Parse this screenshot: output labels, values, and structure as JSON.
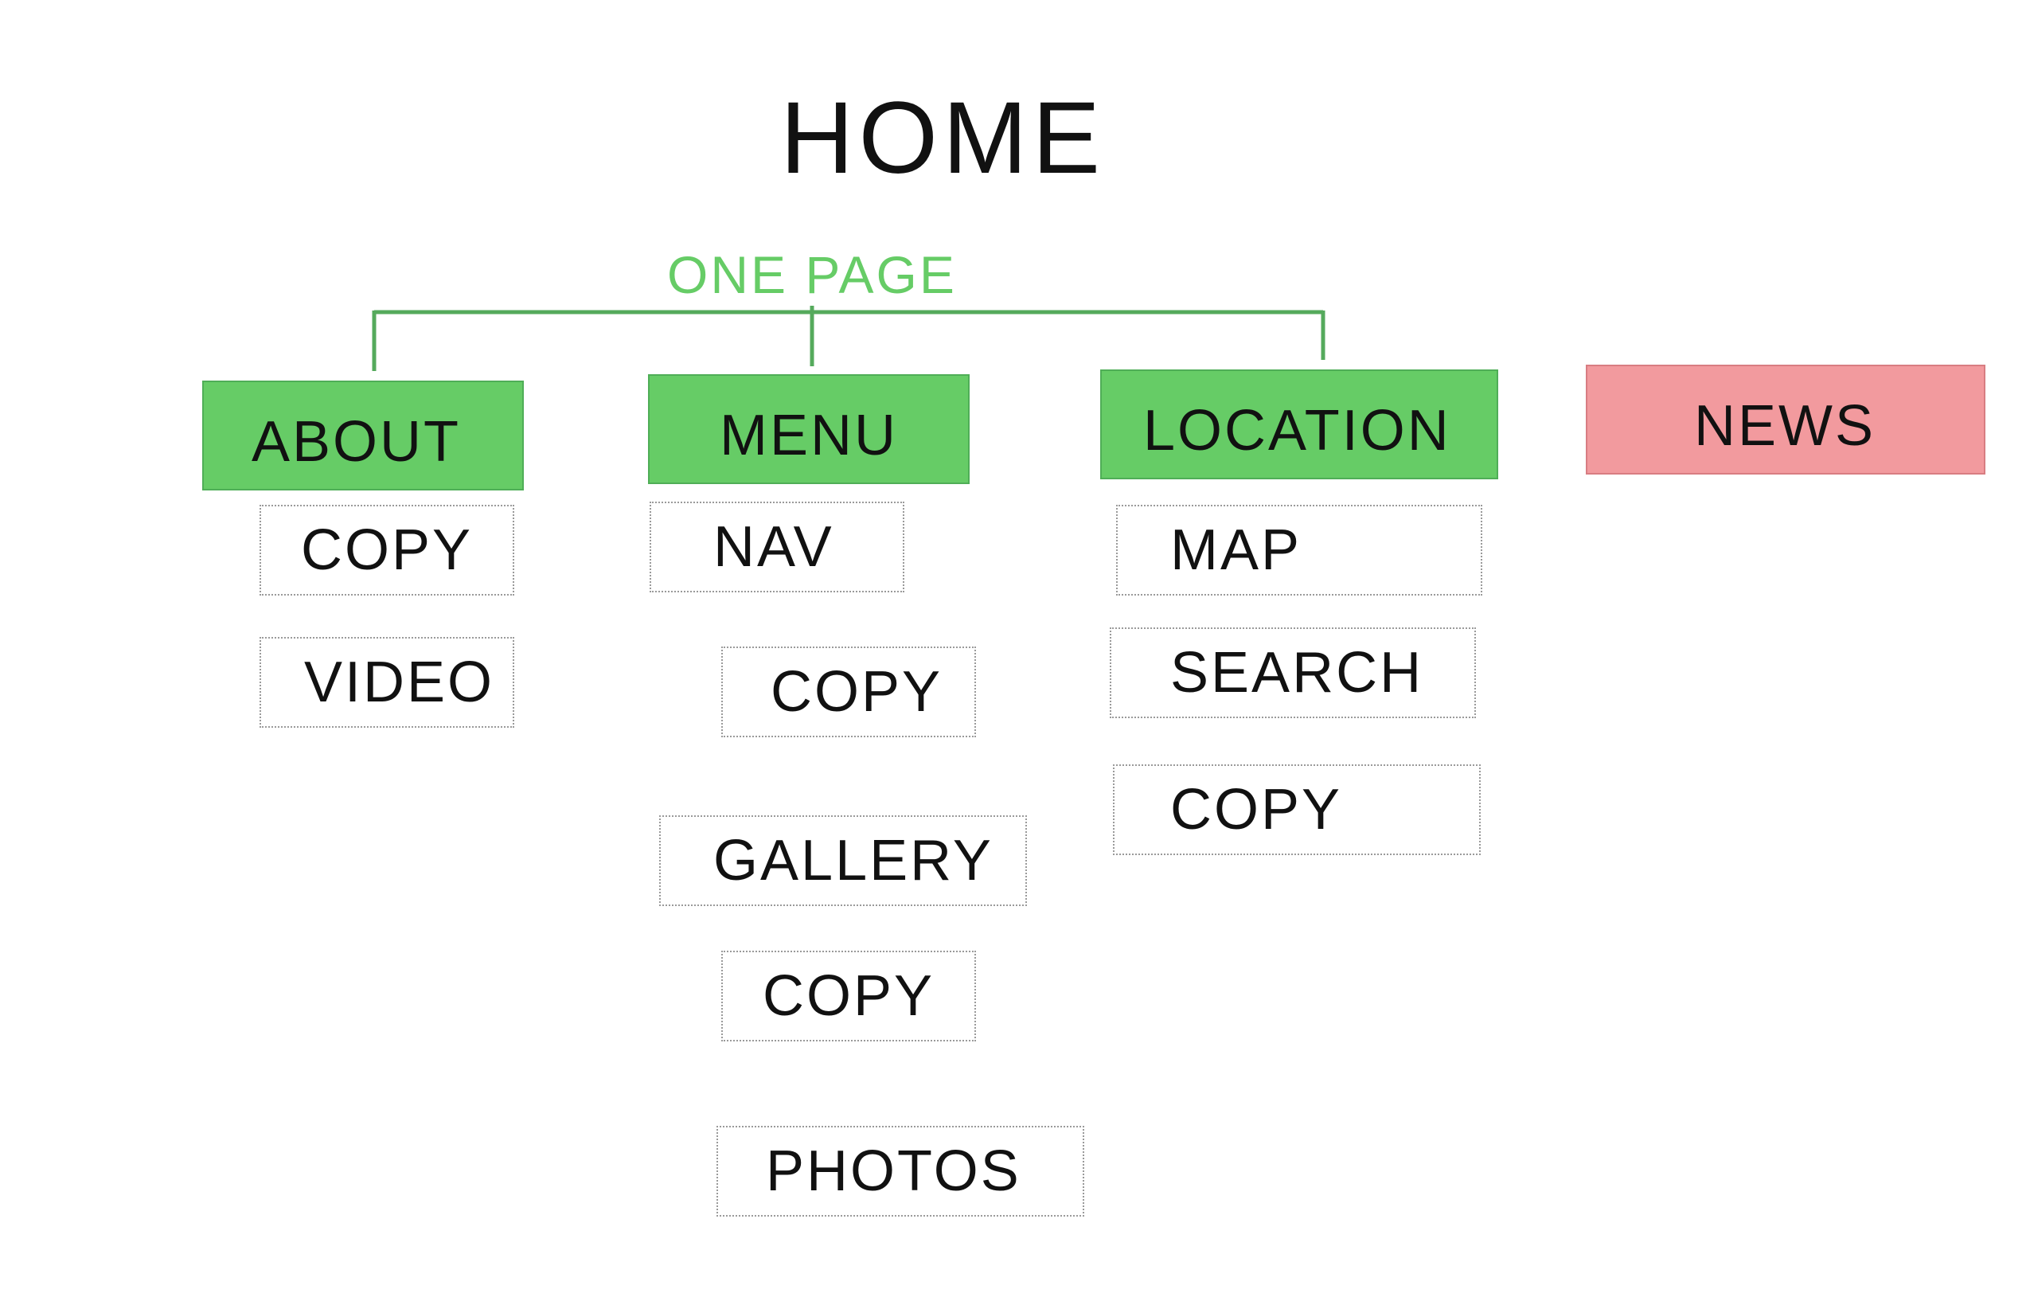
{
  "diagram": {
    "title": "HOME",
    "subtitle": "ONE PAGE",
    "colors": {
      "title": "#111111",
      "subtitle": "#66cc66",
      "connector": "#55aa5c",
      "section_green": "#66cc66",
      "section_red": "#f29a9e",
      "item_border": "#9a9a9a"
    },
    "sections": {
      "about": {
        "label": "ABOUT",
        "items": [
          "COPY",
          "VIDEO"
        ]
      },
      "menu": {
        "label": "MENU",
        "items": [
          "NAV",
          "COPY",
          "GALLERY",
          "COPY",
          "PHOTOS"
        ]
      },
      "location": {
        "label": "LOCATION",
        "items": [
          "MAP",
          "SEARCH",
          "COPY"
        ]
      },
      "news": {
        "label": "NEWS",
        "items": []
      }
    }
  }
}
